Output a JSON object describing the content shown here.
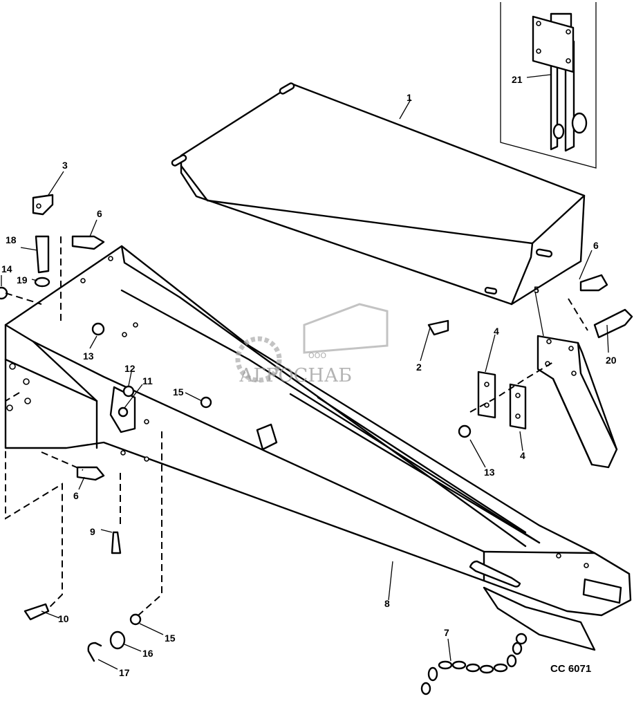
{
  "diagram": {
    "drawing_code": "CC 6071",
    "watermark": {
      "small": "ООО",
      "brand": "АГРОСНАБ"
    },
    "callouts": [
      {
        "id": "c1",
        "text": "1"
      },
      {
        "id": "c2",
        "text": "2"
      },
      {
        "id": "c3",
        "text": "3"
      },
      {
        "id": "c4a",
        "text": "4"
      },
      {
        "id": "c4b",
        "text": "4"
      },
      {
        "id": "c5",
        "text": "5"
      },
      {
        "id": "c6a",
        "text": "6"
      },
      {
        "id": "c6b",
        "text": "6"
      },
      {
        "id": "c6c",
        "text": "6"
      },
      {
        "id": "c7",
        "text": "7"
      },
      {
        "id": "c8",
        "text": "8"
      },
      {
        "id": "c9",
        "text": "9"
      },
      {
        "id": "c10",
        "text": "10"
      },
      {
        "id": "c11",
        "text": "11"
      },
      {
        "id": "c12",
        "text": "12"
      },
      {
        "id": "c13a",
        "text": "13"
      },
      {
        "id": "c13b",
        "text": "13"
      },
      {
        "id": "c14",
        "text": "14"
      },
      {
        "id": "c15a",
        "text": "15"
      },
      {
        "id": "c15b",
        "text": "15"
      },
      {
        "id": "c16",
        "text": "16"
      },
      {
        "id": "c17",
        "text": "17"
      },
      {
        "id": "c18",
        "text": "18"
      },
      {
        "id": "c19",
        "text": "19"
      },
      {
        "id": "c20",
        "text": "20"
      },
      {
        "id": "c21",
        "text": "21"
      }
    ]
  }
}
